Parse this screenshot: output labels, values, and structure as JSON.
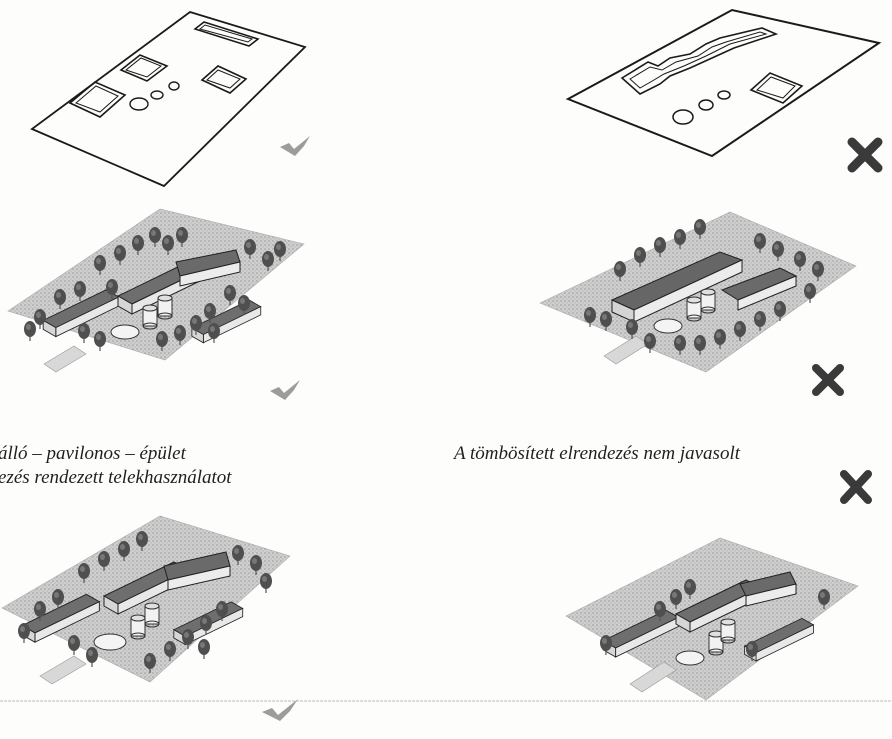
{
  "captions": {
    "left_line_1": "álló – pavilonos – épület",
    "left_line_2": "ezés rendezett telekhasználatot",
    "right": "A tömbösített elrendezés nem javasolt"
  },
  "icons": {
    "approved": "checkmark-icon",
    "rejected": "cross-icon"
  },
  "colors": {
    "check": "#9c9c9c",
    "cross": "#3a3a3a",
    "lawn": "#bdbdbd",
    "tree": "#4a4a4a",
    "outline": "#1a1a1a"
  }
}
